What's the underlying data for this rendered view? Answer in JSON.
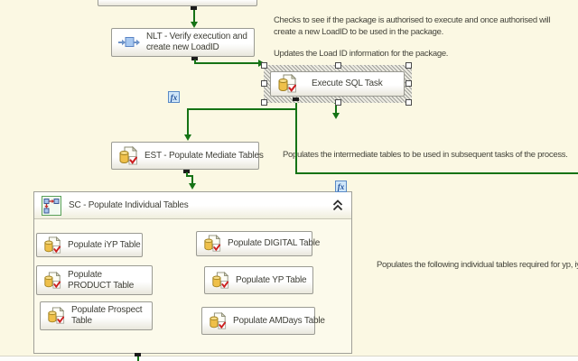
{
  "colors": {
    "canvas_bg": "#fbf8e3",
    "connector_green": "#157315",
    "box_border": "#9b9b93",
    "selection_hatch": "#a0a09a"
  },
  "flow": {
    "nlt_task": {
      "label": "NLT - Verify execution and create new LoadID",
      "icon": "data-flow-task-icon"
    },
    "execute_sql_task": {
      "label": "Execute SQL Task",
      "icon": "execute-sql-task-icon",
      "selected": true
    },
    "est_task": {
      "label": "EST - Populate Mediate Tables",
      "icon": "execute-sql-task-icon"
    },
    "sequence_container": {
      "label": "SC - Populate Individual Tables",
      "icon": "sequence-container-icon",
      "collapse_icon": "collapse-chevron-icon",
      "tasks": [
        {
          "label": "Populate iYP  Table"
        },
        {
          "label": "Populate PRODUCT Table"
        },
        {
          "label": "Populate Prospect Table"
        },
        {
          "label": "Populate DIGITAL Table"
        },
        {
          "label": "Populate YP Table"
        },
        {
          "label": "Populate AMDays Table"
        }
      ]
    },
    "expression_indicator": "fx"
  },
  "annotations": [
    "Checks to see if the package is authorised to execute and once authorised will create a new LoadID to be used in the package.",
    "Updates the Load ID information for the package.",
    "Populates the  intermediate tables to be used in subsequent tasks of the process.",
    "Populates the following individual tables required for yp, iyp, digi"
  ]
}
